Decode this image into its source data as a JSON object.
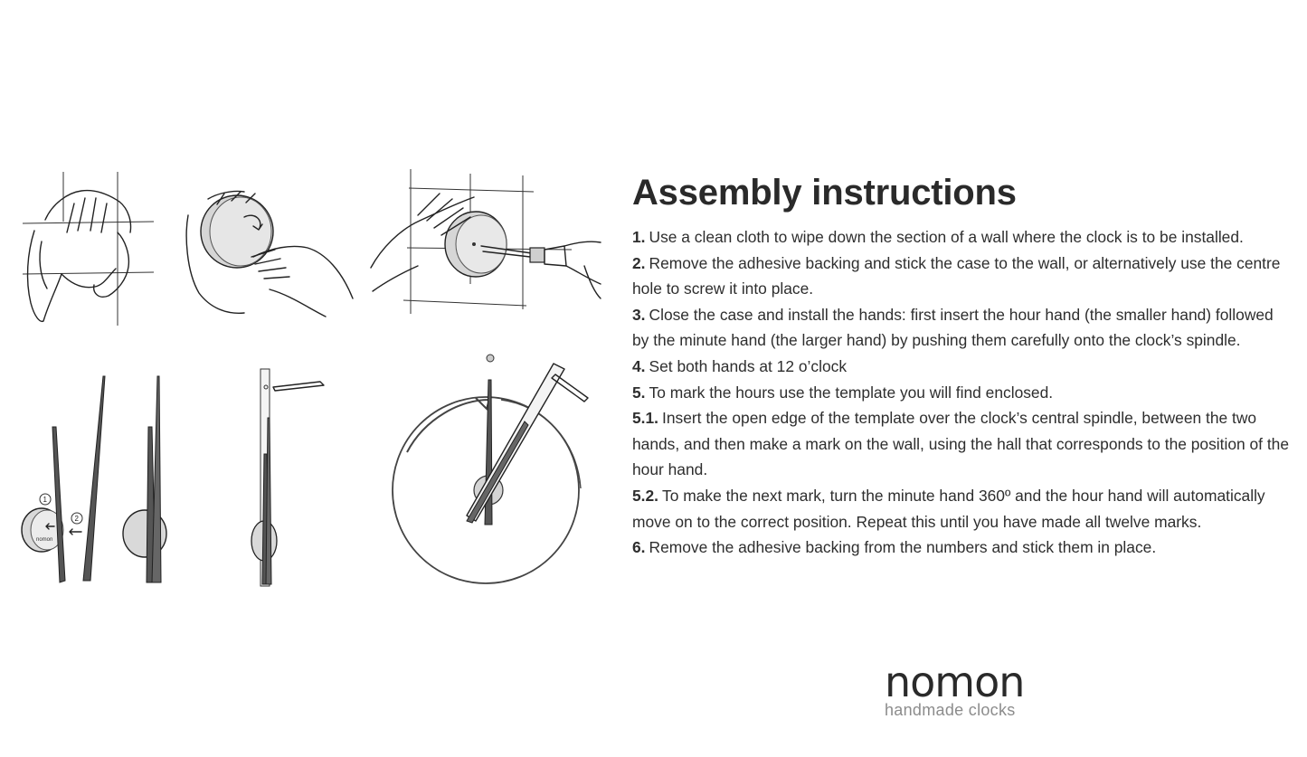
{
  "title": "Assembly instructions",
  "steps": [
    {
      "num": "1.",
      "text": "Use a clean cloth to wipe down the section of a wall where the clock is to be installed."
    },
    {
      "num": "2.",
      "text": "Remove the adhesive backing and stick the case to the wall, or alternatively use the centre hole to screw it into place."
    },
    {
      "num": "3.",
      "text": "Close the case and install the hands: first insert the hour hand (the smaller hand) followed by the minute hand (the larger hand) by pushing them carefully onto the clock’s spindle."
    },
    {
      "num": "4.",
      "text": "Set both hands at 12 o’clock"
    },
    {
      "num": "5.",
      "text": "To mark the hours use the template you will find enclosed."
    },
    {
      "num": "5.1.",
      "text": "Insert the open edge of the template over the clock’s central spindle, between the two hands, and then make a mark on the wall, using the hall that corresponds to the position of the hour hand."
    },
    {
      "num": "5.2.",
      "text": "To make the next mark, turn the minute hand 360º and the hour hand will automatically move on to the correct position. Repeat this until you have made all twelve marks."
    },
    {
      "num": "6.",
      "text": "Remove the adhesive backing from the numbers and stick them in place."
    }
  ],
  "illustration": {
    "step_markers": [
      "1",
      "2"
    ],
    "case_label": "nomon"
  },
  "brand": {
    "name": "nomon",
    "tagline": "handmade clocks"
  },
  "icons": {
    "wipe": "wipe-wall-illustration-icon",
    "adhesive": "adhesive-case-illustration-icon",
    "drill": "drill-wall-illustration-icon",
    "hands": "insert-hands-illustration-icon",
    "set": "set-twelve-illustration-icon",
    "template": "template-mark-illustration-icon"
  }
}
